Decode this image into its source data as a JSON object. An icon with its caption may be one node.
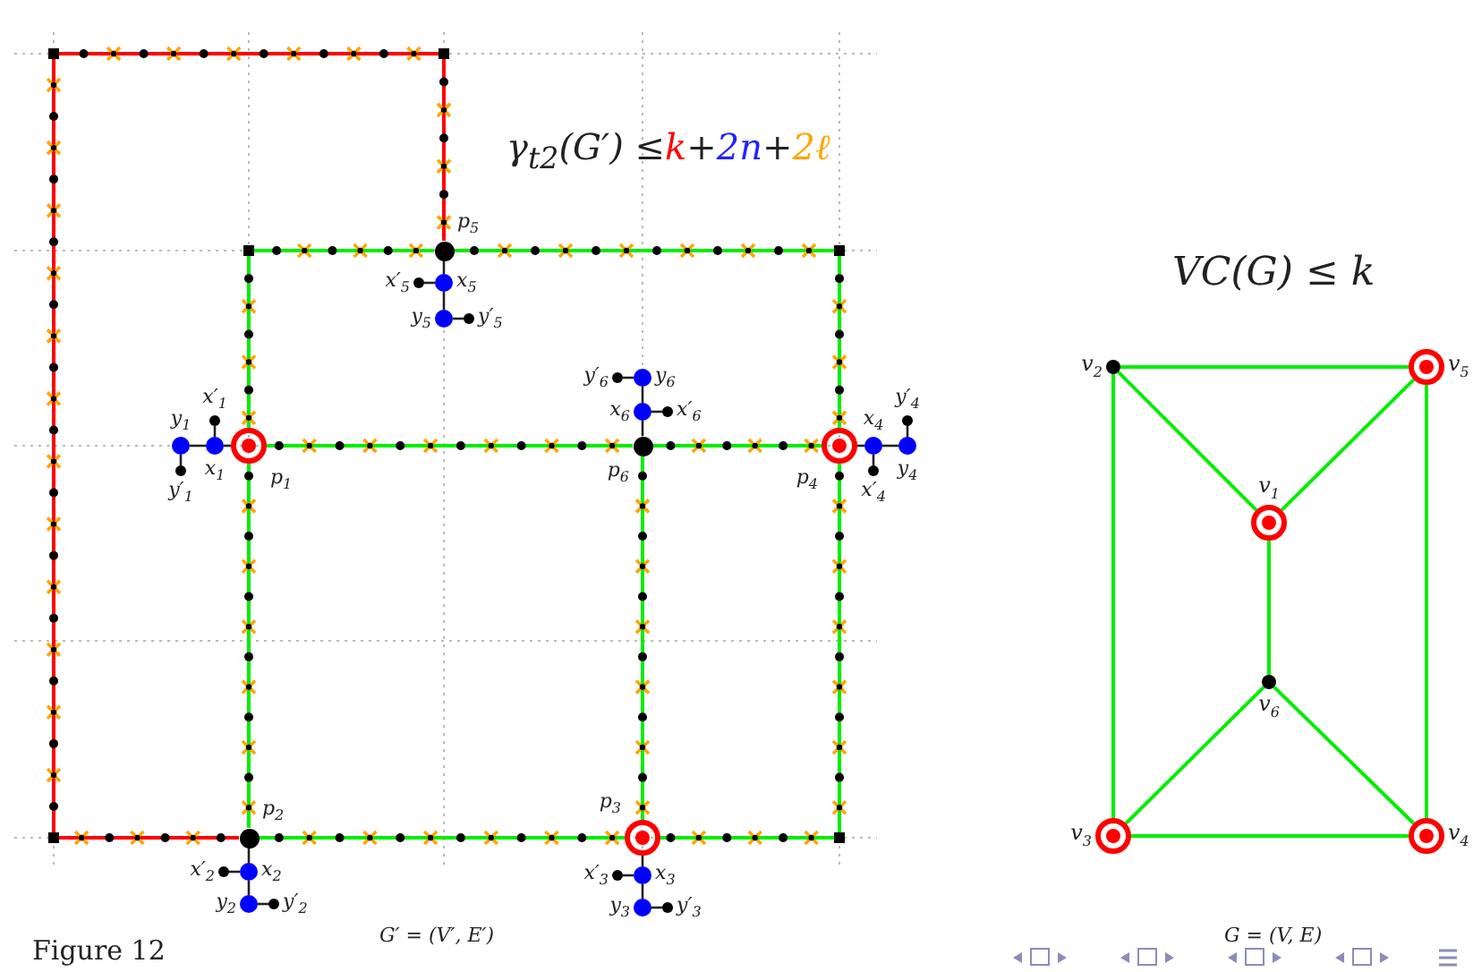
{
  "diagram": {
    "caption": "Figure 12",
    "nodes": [
      {
        "text": [],
        "shape": "box"
      },
      {
        "text": [],
        "shape": "box"
      },
      {
        "text": [
          "p$_{5}$"
        ]
      },
      {
        "text": [],
        "shape": "box"
      },
      {
        "text": [],
        "shape": "box"
      },
      {
        "text": [
          "x′$_{5}$"
        ]
      },
      {
        "text": [
          "x$_{5}$"
        ]
      },
      {
        "text": [
          "y$_{5}$"
        ]
      },
      {
        "text": [
          "y′$_{5}$"
        ]
      },
      {
        "text": [
          "y′$_{6}$"
        ]
      },
      {
        "text": [
          "y$_{6}$"
        ]
      },
      {
        "text": [
          "x$_{6}$"
        ]
      },
      {
        "text": [
          "x′$_{6}$"
        ]
      },
      {
        "text": [
          "y$_{1}$"
        ]
      },
      {
        "text": [
          "x′$_{1}$"
        ]
      },
      {
        "text": [
          "x$_{1}$"
        ]
      },
      {
        "text": [
          "p$_{1}$"
        ]
      },
      {
        "text": [
          "y′$_{1}$"
        ]
      },
      {
        "text": [
          "p$_{6}$"
        ]
      },
      {
        "text": [
          "p$_{4}$"
        ]
      },
      {
        "text": [
          "x$_{4}$"
        ]
      },
      {
        "text": [
          "y$_{4}$"
        ]
      },
      {
        "text": [
          "x′$_{4}$"
        ]
      },
      {
        "text": [
          "y′$_{4}$"
        ]
      },
      {
        "text": [
          "p$_{2}$"
        ]
      },
      {
        "text": [],
        "shape": "box"
      },
      {
        "text": [
          "p$_{3}$"
        ]
      },
      {
        "text": [],
        "shape": "box"
      },
      {
        "text": [
          "x′$_{2}$"
        ]
      },
      {
        "text": [
          "x$_{2}$"
        ]
      },
      {
        "text": [
          "y$_{2}$"
        ]
      },
      {
        "text": [
          "y′$_{2}$"
        ]
      },
      {
        "text": [
          "x′$_{3}$"
        ]
      },
      {
        "text": [
          "x$_{3}$"
        ]
      },
      {
        "text": [
          "y$_{3}$"
        ]
      },
      {
        "text": [
          "y′$_{3}$"
        ]
      },
      {
        "text": [
          "v$_{2}$"
        ]
      },
      {
        "text": [
          "v$_{5}$"
        ]
      },
      {
        "text": [
          "v$_{1}$"
        ]
      },
      {
        "text": [
          "v$_{6}$"
        ]
      },
      {
        "text": [
          "v$_{3}$"
        ]
      },
      {
        "text": [
          "v$_{4}$"
        ]
      }
    ],
    "edges": [
      {
        "from": 24,
        "to": 25,
        "arrow": "none",
        "color": "#ff0000"
      },
      {
        "from": 25,
        "to": 0,
        "arrow": "none",
        "color": "#ff0000"
      },
      {
        "from": 0,
        "to": 1,
        "arrow": "none",
        "color": "#ff0000"
      },
      {
        "from": 1,
        "to": 2,
        "arrow": "none",
        "color": "#ff0000"
      },
      {
        "from": 3,
        "to": 2,
        "arrow": "none",
        "color": "#00ee00"
      },
      {
        "from": 2,
        "to": 4,
        "arrow": "none",
        "color": "#00ee00"
      },
      {
        "from": 3,
        "to": 16,
        "arrow": "none",
        "color": "#00ee00"
      },
      {
        "from": 16,
        "to": 24,
        "arrow": "none",
        "color": "#00ee00"
      },
      {
        "from": 16,
        "to": 18,
        "arrow": "none",
        "color": "#00ee00"
      },
      {
        "from": 18,
        "to": 19,
        "arrow": "none",
        "color": "#00ee00"
      },
      {
        "from": 4,
        "to": 19,
        "arrow": "none",
        "color": "#00ee00"
      },
      {
        "from": 19,
        "to": 27,
        "arrow": "none",
        "color": "#00ee00"
      },
      {
        "from": 18,
        "to": 26,
        "arrow": "none",
        "color": "#00ee00"
      },
      {
        "from": 24,
        "to": 26,
        "arrow": "none",
        "color": "#00ee00"
      },
      {
        "from": 26,
        "to": 27,
        "arrow": "none",
        "color": "#00ee00"
      },
      {
        "from": 16,
        "to": 15,
        "arrow": "none"
      },
      {
        "from": 15,
        "to": 13,
        "arrow": "none"
      },
      {
        "from": 15,
        "to": 14,
        "arrow": "none"
      },
      {
        "from": 13,
        "to": 17,
        "arrow": "none"
      },
      {
        "from": 24,
        "to": 29,
        "arrow": "none"
      },
      {
        "from": 29,
        "to": 30,
        "arrow": "none"
      },
      {
        "from": 29,
        "to": 28,
        "arrow": "none"
      },
      {
        "from": 30,
        "to": 31,
        "arrow": "none"
      },
      {
        "from": 26,
        "to": 33,
        "arrow": "none"
      },
      {
        "from": 33,
        "to": 34,
        "arrow": "none"
      },
      {
        "from": 33,
        "to": 32,
        "arrow": "none"
      },
      {
        "from": 34,
        "to": 35,
        "arrow": "none"
      },
      {
        "from": 19,
        "to": 20,
        "arrow": "none"
      },
      {
        "from": 20,
        "to": 21,
        "arrow": "none"
      },
      {
        "from": 20,
        "to": 22,
        "arrow": "none"
      },
      {
        "from": 21,
        "to": 23,
        "arrow": "none"
      },
      {
        "from": 2,
        "to": 6,
        "arrow": "none"
      },
      {
        "from": 6,
        "to": 7,
        "arrow": "none"
      },
      {
        "from": 6,
        "to": 5,
        "arrow": "none"
      },
      {
        "from": 7,
        "to": 8,
        "arrow": "none"
      },
      {
        "from": 18,
        "to": 11,
        "arrow": "none"
      },
      {
        "from": 11,
        "to": 10,
        "arrow": "none"
      },
      {
        "from": 11,
        "to": 12,
        "arrow": "none"
      },
      {
        "from": 10,
        "to": 9,
        "arrow": "none"
      },
      {
        "from": 36,
        "to": 37,
        "arrow": "none",
        "color": "#00ee00"
      },
      {
        "from": 36,
        "to": 38,
        "arrow": "none",
        "color": "#00ee00"
      },
      {
        "from": 37,
        "to": 38,
        "arrow": "none",
        "color": "#00ee00"
      },
      {
        "from": 36,
        "to": 40,
        "arrow": "none",
        "color": "#00ee00"
      },
      {
        "from": 37,
        "to": 41,
        "arrow": "none",
        "color": "#00ee00"
      },
      {
        "from": 38,
        "to": 39,
        "arrow": "none",
        "color": "#00ee00"
      },
      {
        "from": 39,
        "to": 40,
        "arrow": "none",
        "color": "#00ee00"
      },
      {
        "from": 39,
        "to": 41,
        "arrow": "none",
        "color": "#00ee00"
      },
      {
        "from": 40,
        "to": 41,
        "arrow": "none",
        "color": "#00ee00"
      }
    ],
    "labels": [
      "γ$_{t2}$(G′) ≤",
      "k",
      "+",
      "2n",
      "+",
      "2ℓ",
      "VC(G) ≤ k",
      "G′ = (V′, E′)",
      "G = (V, E)"
    ]
  }
}
